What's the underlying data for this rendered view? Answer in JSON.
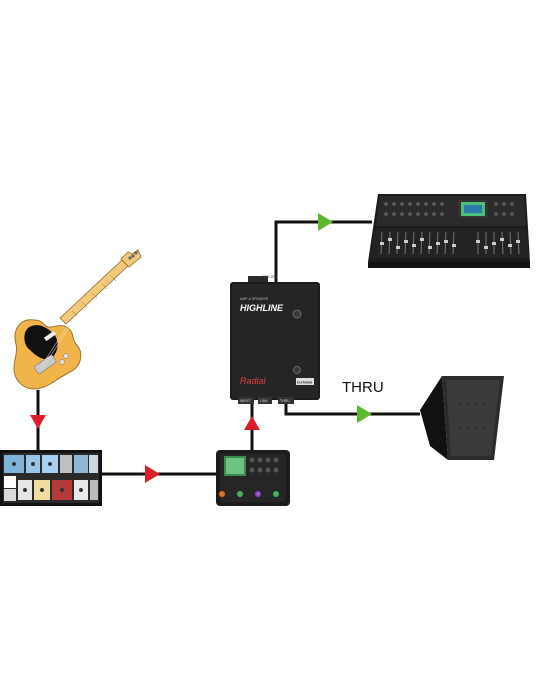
{
  "labels": {
    "thru": "THRU",
    "di_brand": "Radial",
    "di_model": "HIGHLINE",
    "di_top_tag": "JDX-ISO",
    "di_small_caption": "AMP & SPEAKER",
    "di_badge": "GUITAR/DI",
    "di_input": "INPUT",
    "di_link": "LINK",
    "di_thru": "THRU"
  },
  "colors": {
    "cable": "#111111",
    "arrow_red": "#d9202a",
    "arrow_green": "#5cb82e",
    "device_dark": "#1c1c1c",
    "guitar_body": "#f0b44a",
    "neck": "#f2c97a",
    "pickguard": "#111111"
  },
  "icons": [
    "guitar-icon",
    "pedalboard-icon",
    "multi-effects-unit-icon",
    "di-box-icon",
    "mixing-console-icon",
    "stage-monitor-icon"
  ]
}
